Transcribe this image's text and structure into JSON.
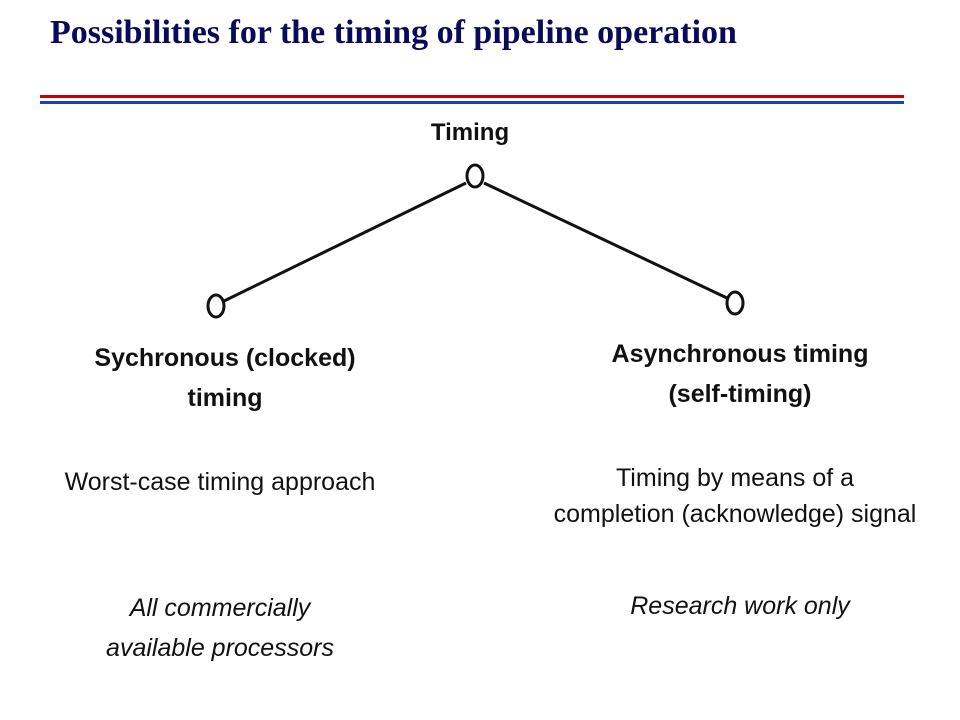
{
  "title": "Possibilities for the timing of pipeline operation",
  "colors": {
    "title": "#0a0a5a",
    "rule_red": "#cc0000",
    "rule_blue": "#1a3fbf",
    "lines": "#111111"
  },
  "tree": {
    "root": {
      "label": "Timing"
    },
    "left": {
      "label": [
        "Sychronous (clocked)",
        "timing"
      ],
      "description": [
        "Worst-case timing approach"
      ],
      "usage": [
        "All commercially",
        "available processors"
      ]
    },
    "right": {
      "label": [
        "Asynchronous timing",
        "(self-timing)"
      ],
      "description": [
        "Timing by means of a",
        "completion (acknowledge) signal"
      ],
      "usage": [
        "Research work only"
      ]
    }
  }
}
